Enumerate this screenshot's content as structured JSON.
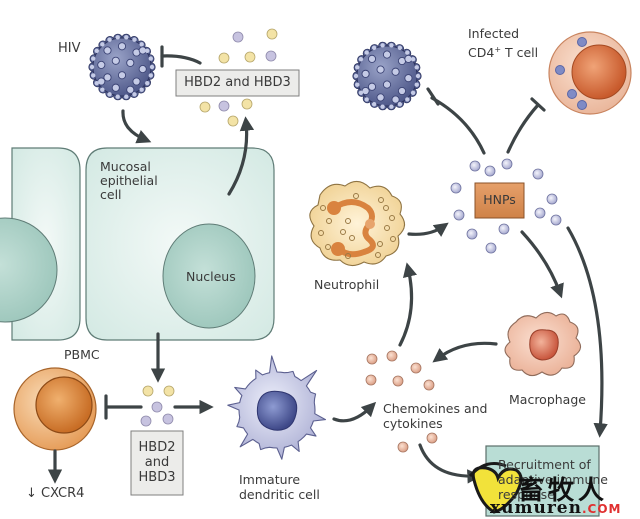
{
  "labels": {
    "hiv": "HIV",
    "hbd_top": "HBD2 and HBD3",
    "infected_line1": "Infected",
    "infected_line2": "CD4",
    "infected_sup": "+",
    "infected_line2b": " T cell",
    "mucosal": "Mucosal\nepithelial\ncell",
    "nucleus": "Nucleus",
    "neutrophil": "Neutrophil",
    "hnps": "HNPs",
    "macrophage": "Macrophage",
    "pbmc": "PBMC",
    "cxcr4": "↓ CXCR4",
    "hbd_bottom": "HBD2\nand\nHBD3",
    "immature_dc": "Immature\ndendritic cell",
    "chemokines": "Chemokines and\ncytokines",
    "recruitment": "Recruitment of\nadaptive immune\nresponse"
  },
  "watermark": {
    "cn_text": "畜牧人",
    "site": "xumuren",
    "tld": ".COM"
  },
  "colors": {
    "epithelium_fill": "#dcefea",
    "epithelium_stroke": "#5f7c76",
    "nucleus_fill": "#a9cfc4",
    "virus": "#5e6a9a",
    "hbd_yellow": "#f3e3a6",
    "hbd_purple": "#c7c3e0",
    "hnp_dot": "#c9cbe4",
    "hnps_box": "#d9925a",
    "neutrophil": "#f6deaa",
    "neutrophil_nucleus": "#d9833f",
    "macrophage": "#f1c0a8",
    "tcell_outer": "#f3cab2",
    "tcell_inner": "#d86e3c",
    "pbmc_outer": "#eba766",
    "pbmc_inner": "#d57a2c",
    "dc_body": "#c7c9e4",
    "dc_nucleus": "#4e5a9c",
    "chemokine_dot": "#eebba3",
    "recruit_box": "#b9ddd5",
    "arrow": "#3d4446"
  }
}
